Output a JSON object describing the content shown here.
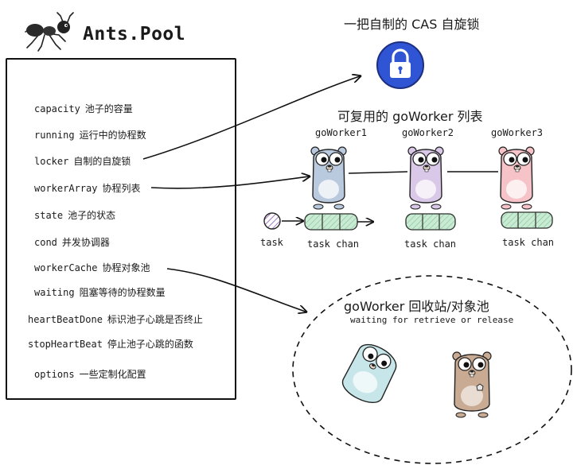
{
  "logo": {
    "title": "Ants.Pool",
    "icon": "ant-icon"
  },
  "struct_fields": [
    {
      "name": "capacity",
      "desc": "池子的容量"
    },
    {
      "name": "running",
      "desc": "运行中的协程数"
    },
    {
      "name": "locker",
      "desc": "自制的自旋锁"
    },
    {
      "name": "workerArray",
      "desc": "协程列表"
    },
    {
      "name": "state",
      "desc": "池子的状态"
    },
    {
      "name": "cond",
      "desc": "并发协调器"
    },
    {
      "name": "workerCache",
      "desc": "协程对象池"
    },
    {
      "name": "waiting",
      "desc": "阻塞等待的协程数量"
    },
    {
      "name": "heartBeatDone",
      "desc": "标识池子心跳是否终止"
    },
    {
      "name": "stopHeartBeat",
      "desc": "停止池子心跳的函数"
    },
    {
      "name": "options",
      "desc": "一些定制化配置"
    }
  ],
  "lock_section": {
    "title": "一把自制的 CAS 自旋锁",
    "icon": "lock-icon",
    "color": "#2f55d4"
  },
  "worker_list": {
    "title": "可复用的 goWorker 列表",
    "workers": [
      {
        "label": "goWorker1",
        "color": "#b9c9de",
        "chan_label": "task chan"
      },
      {
        "label": "goWorker2",
        "color": "#d9c8e8",
        "chan_label": "task chan"
      },
      {
        "label": "goWorker3",
        "color": "#f6c3c8",
        "chan_label": "task chan"
      }
    ],
    "task_label": "task",
    "task_color": "#c8a4de",
    "chan_color": "#c9ead3"
  },
  "recycle": {
    "title": "goWorker 回收站/对象池",
    "subtitle": "waiting for retrieve or release",
    "gopher_colors": [
      "#c7e6ea",
      "#c8ab92"
    ]
  }
}
